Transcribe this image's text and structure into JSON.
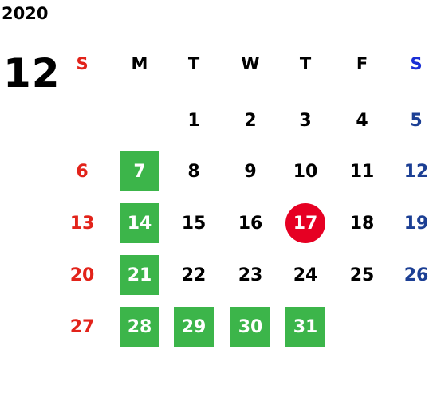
{
  "year": "2020",
  "month": "12",
  "weekdays": [
    "S",
    "M",
    "T",
    "W",
    "T",
    "F",
    "S"
  ],
  "weeks": [
    [
      "",
      "",
      "1",
      "2",
      "3",
      "4",
      "5"
    ],
    [
      "6",
      "7",
      "8",
      "9",
      "10",
      "11",
      "12"
    ],
    [
      "13",
      "14",
      "15",
      "16",
      "17",
      "18",
      "19"
    ],
    [
      "20",
      "21",
      "22",
      "23",
      "24",
      "25",
      "26"
    ],
    [
      "27",
      "28",
      "29",
      "30",
      "31",
      "",
      ""
    ]
  ],
  "highlighted_days": [
    "7",
    "14",
    "21",
    "28",
    "29",
    "30",
    "31"
  ],
  "today": "17",
  "colors": {
    "sunday": "#e2231a",
    "saturday": "#1c3f94",
    "saturday_header": "#1a2fd6",
    "highlight": "#3cb54a",
    "today": "#e60023"
  }
}
